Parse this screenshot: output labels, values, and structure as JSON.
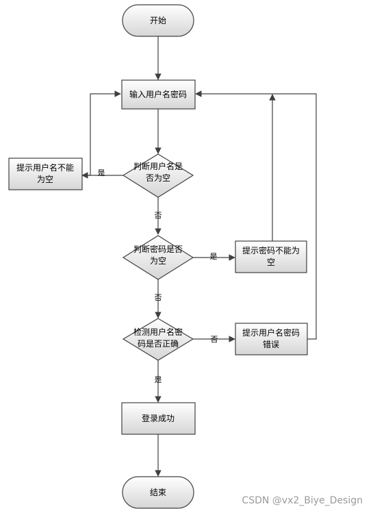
{
  "nodes": {
    "start": "开始",
    "input": "输入用户名密码",
    "check_user_line1": "判断用户名是",
    "check_user_line2": "否为空",
    "prompt_user_line1": "提示用户名不能",
    "prompt_user_line2": "为空",
    "check_pwd_line1": "判断密码是否",
    "check_pwd_line2": "为空",
    "prompt_pwd_line1": "提示密码不能为",
    "prompt_pwd_line2": "空",
    "verify_line1": "检测用户名密",
    "verify_line2": "码是否正确",
    "prompt_err_line1": "提示用户名密码",
    "prompt_err_line2": "错误",
    "success": "登录成功",
    "end": "结束"
  },
  "edges": {
    "user_empty_yes": "是",
    "user_empty_no": "否",
    "pwd_empty_yes": "是",
    "pwd_empty_no": "否",
    "verify_no": "否",
    "verify_yes": "是"
  },
  "watermark": "CSDN @vx2_Biye_Design",
  "colors": {
    "box_fill_top": "#ffffff",
    "box_fill_bottom": "#d9d9d9",
    "stroke": "#404040"
  }
}
